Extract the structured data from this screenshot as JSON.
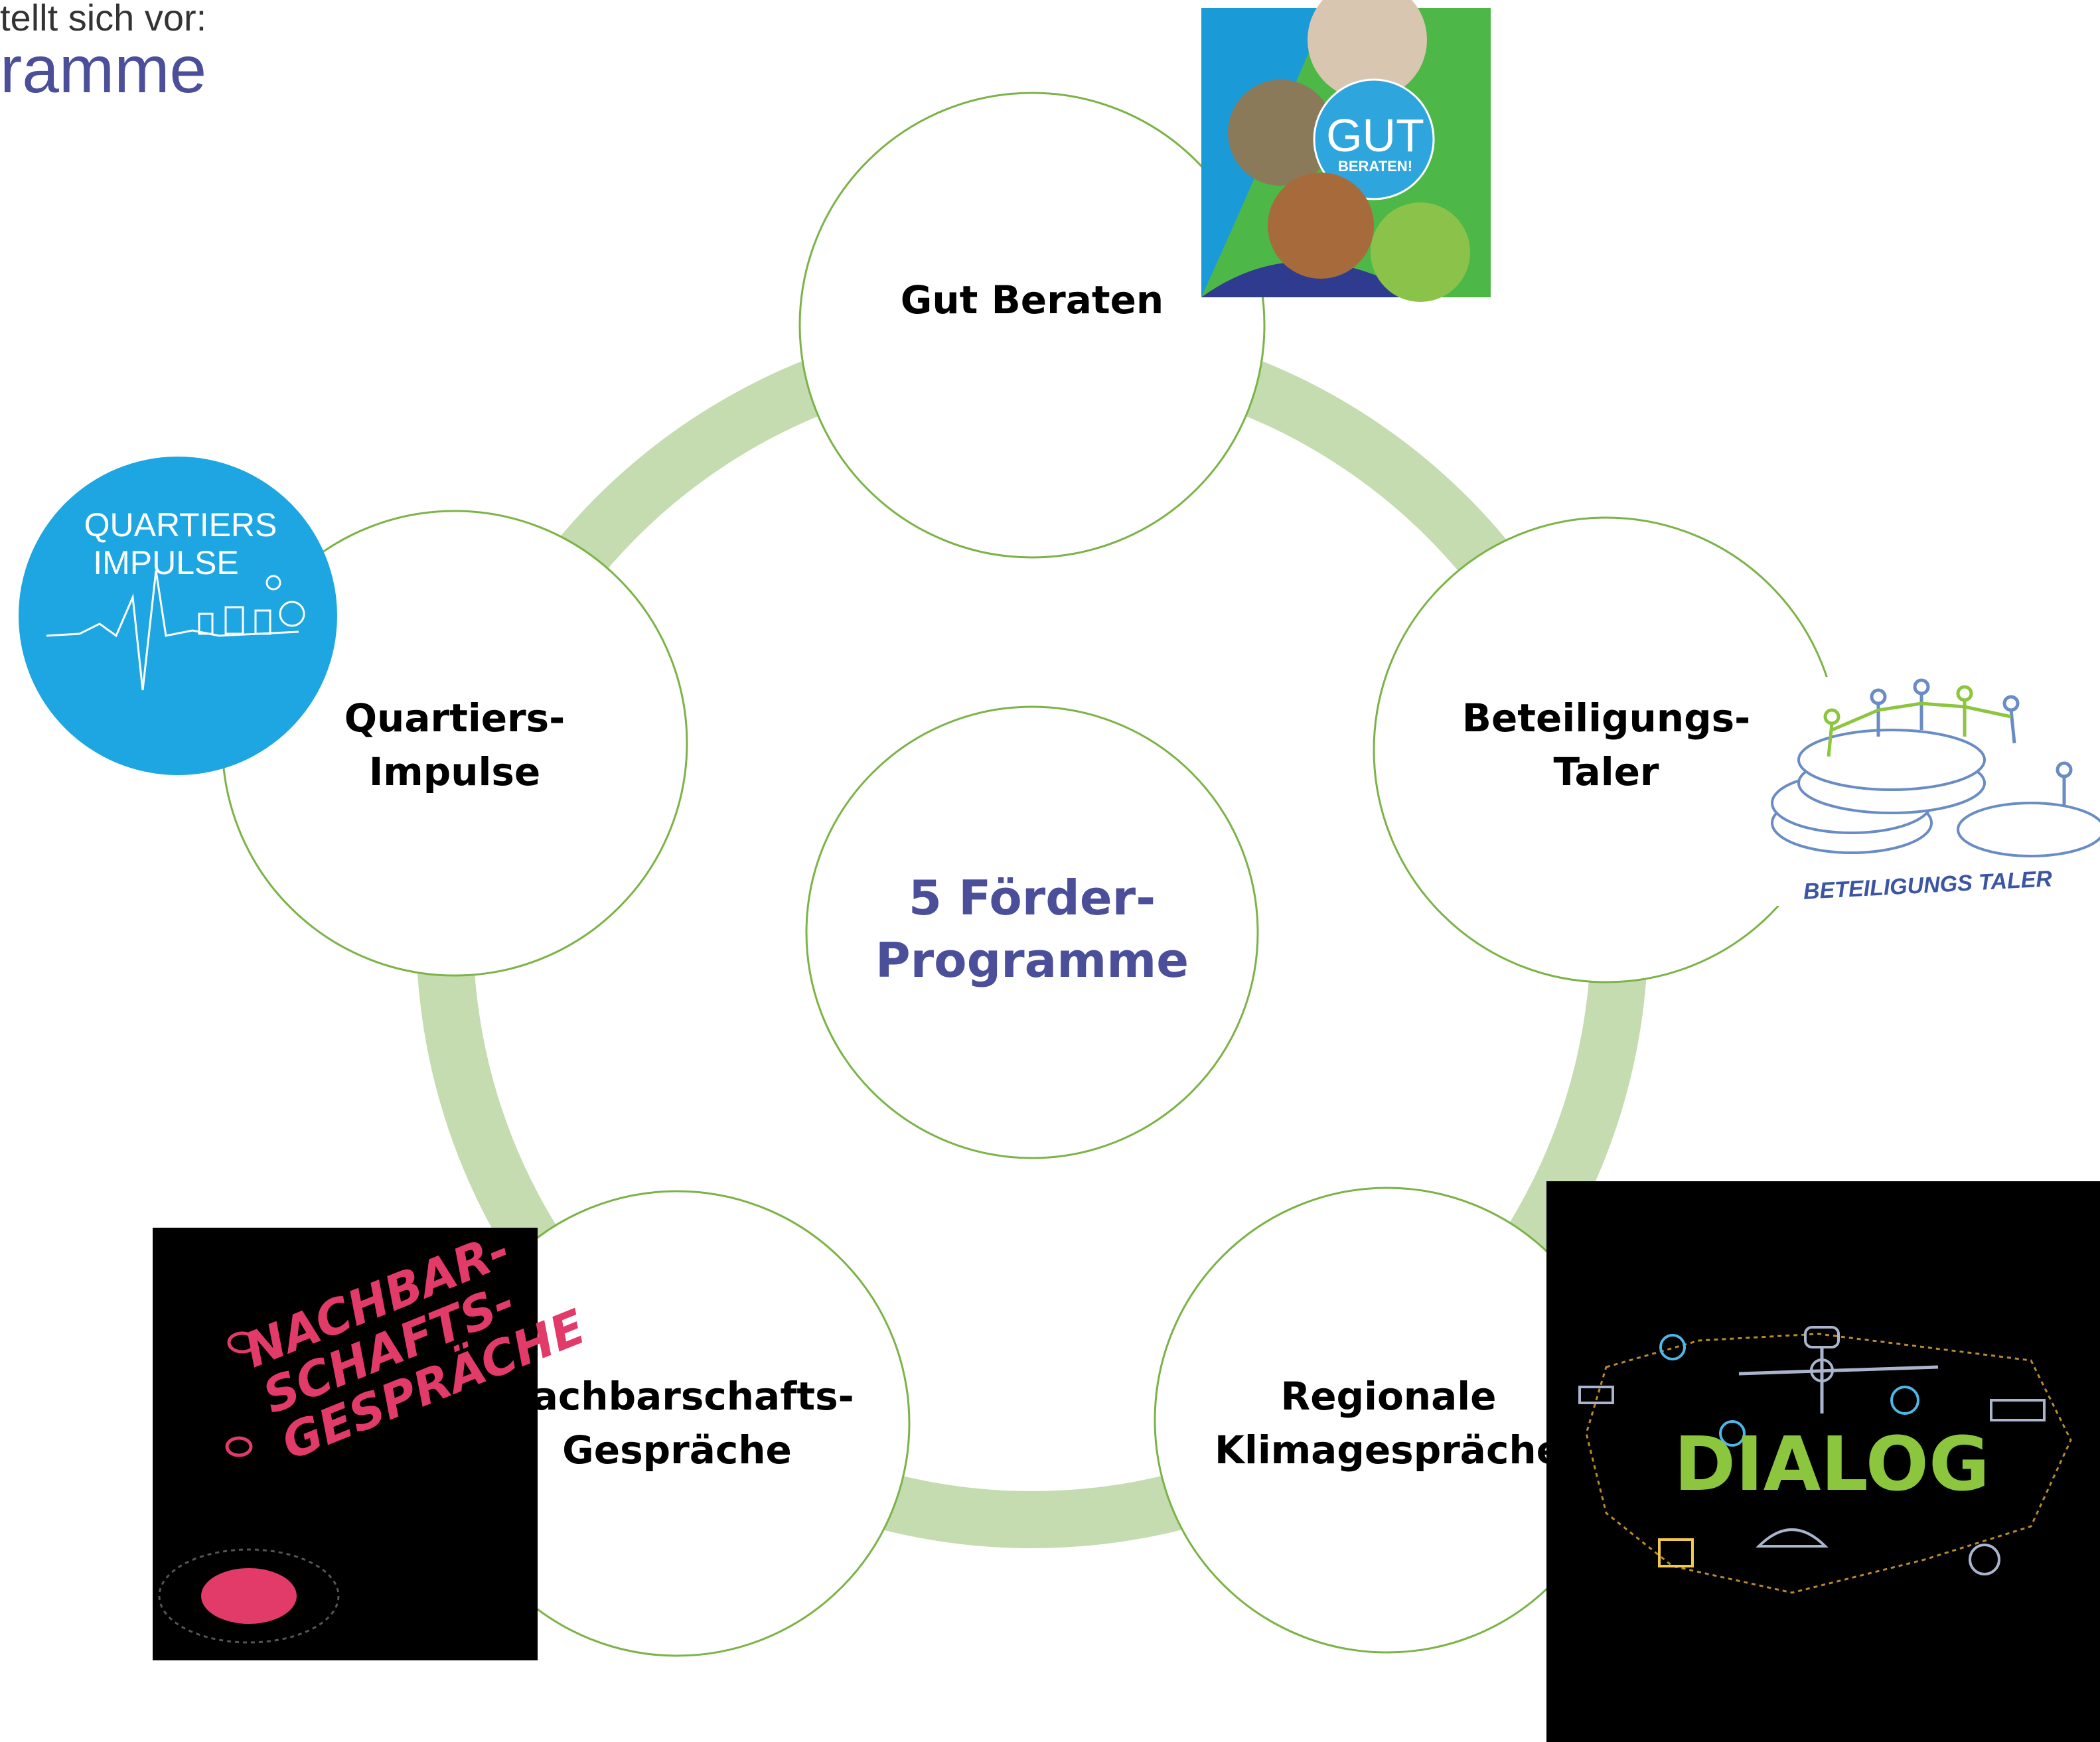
{
  "header": {
    "line1": "tellt sich vor:",
    "line2": "ramme"
  },
  "center": {
    "line1": "5 Förder-",
    "line2": "Programme",
    "color": "#4b4f9a"
  },
  "programs": [
    {
      "line1": "Gut Beraten",
      "line2": ""
    },
    {
      "line1": "Beteiligungs-",
      "line2": "Taler"
    },
    {
      "line1": "Regionale",
      "line2": "Klimagespräche"
    },
    {
      "line1": "Nachbarschafts-",
      "line2": "Gespräche"
    },
    {
      "line1": "Quartiers-",
      "line2": "Impulse"
    }
  ],
  "logos": {
    "gut_beraten": {
      "line1": "GUT",
      "line2": "BERATEN!"
    },
    "quartiers": {
      "line1": "QUARTIERS",
      "line2": "IMPULSE"
    },
    "beteiligung": {
      "text": "BETEILIGUNGS TALER"
    },
    "nachbar": {
      "line1": "NACHBAR-",
      "line2": "SCHAFTS-",
      "line3": "GESPRÄCHE"
    },
    "dialog": {
      "text": "DIALOG"
    }
  },
  "colors": {
    "ring": "#c4dcb0",
    "circle_stroke": "#7bb347",
    "text": "#000000",
    "quartiers_bg": "#1ea6e3",
    "nachbar_pink": "#e23b69",
    "dialog_green": "#8cc63f"
  }
}
